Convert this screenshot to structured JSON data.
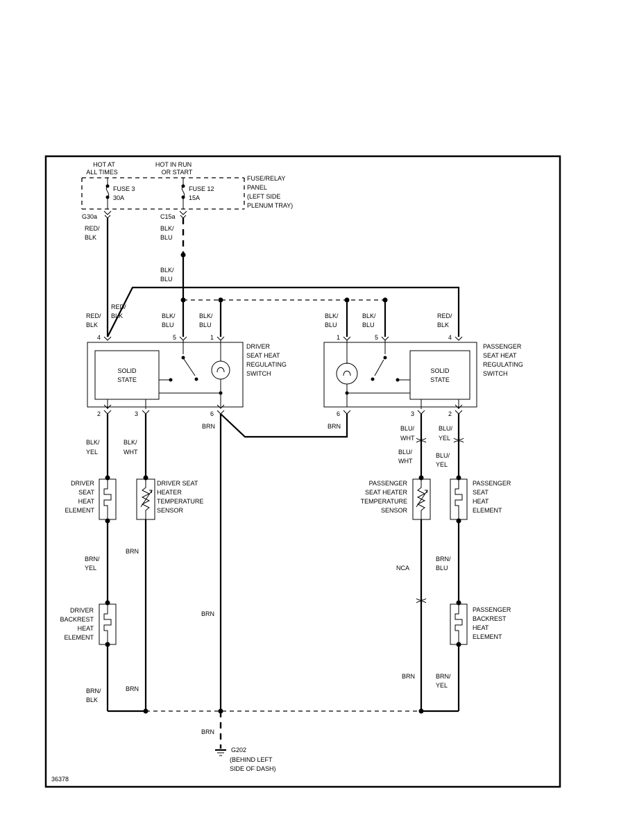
{
  "diagram_id": "36378",
  "sources": {
    "hot_at_all_times": [
      "HOT AT",
      "ALL TIMES"
    ],
    "hot_in_run": [
      "HOT IN RUN",
      "OR START"
    ]
  },
  "fuse_panel": {
    "label": [
      "FUSE/RELAY",
      "PANEL",
      "(LEFT SIDE",
      "PLENUM TRAY)"
    ],
    "fuse3": [
      "FUSE 3",
      "30A"
    ],
    "fuse12": [
      "FUSE 12",
      "15A"
    ],
    "conn_left": "G30a",
    "conn_right": "C15a"
  },
  "wires": {
    "red_blk": [
      "RED/",
      "BLK"
    ],
    "blk_blu": [
      "BLK/",
      "BLU"
    ],
    "blk_yel": [
      "BLK/",
      "YEL"
    ],
    "blk_wht": [
      "BLK/",
      "WHT"
    ],
    "blu_wht": [
      "BLU/",
      "WHT"
    ],
    "blu_yel": [
      "BLU/",
      "YEL"
    ],
    "brn": "BRN",
    "brn_yel": [
      "BRN/",
      "YEL"
    ],
    "brn_blk": [
      "BRN/",
      "BLK"
    ],
    "brn_blu": [
      "BRN/",
      "BLU"
    ],
    "nca": "NCA"
  },
  "switches": {
    "driver": [
      "DRIVER",
      "SEAT HEAT",
      "REGULATING",
      "SWITCH"
    ],
    "passenger": [
      "PASSENGER",
      "SEAT HEAT",
      "REGULATING",
      "SWITCH"
    ],
    "solid_state": [
      "SOLID",
      "STATE"
    ]
  },
  "pins": {
    "p1": "1",
    "p2": "2",
    "p3": "3",
    "p4": "4",
    "p5": "5",
    "p6": "6"
  },
  "components": {
    "driver_seat": [
      "DRIVER",
      "SEAT",
      "HEAT",
      "ELEMENT"
    ],
    "driver_sensor": [
      "DRIVER SEAT",
      "HEATER",
      "TEMPERATURE",
      "SENSOR"
    ],
    "driver_back": [
      "DRIVER",
      "BACKREST",
      "HEAT",
      "ELEMENT"
    ],
    "pass_sensor": [
      "PASSENGER",
      "SEAT HEATER",
      "TEMPERATURE",
      "SENSOR"
    ],
    "pass_seat": [
      "PASSENGER",
      "SEAT",
      "HEAT",
      "ELEMENT"
    ],
    "pass_back": [
      "PASSENGER",
      "BACKREST",
      "HEAT",
      "ELEMENT"
    ]
  },
  "ground": {
    "id": "G202",
    "location": [
      "(BEHIND LEFT",
      "SIDE OF DASH)"
    ]
  }
}
